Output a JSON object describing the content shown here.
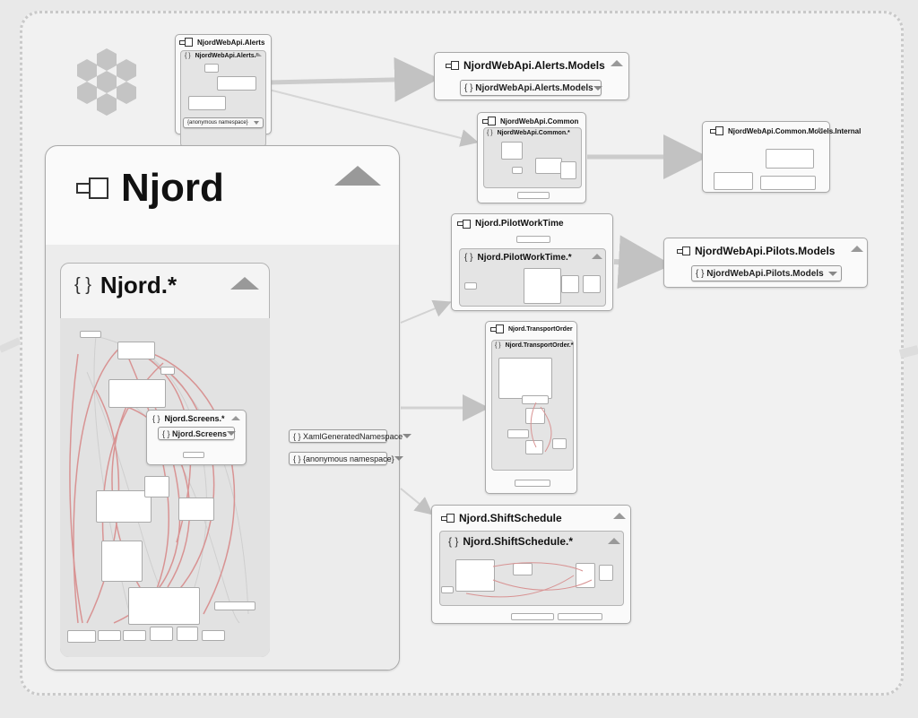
{
  "nodes": {
    "alerts": {
      "title": "NjordWebApi.Alerts",
      "ns_title": "NjordWebApi.Alerts.*",
      "sub_anon": "{anonymous namespace}"
    },
    "alerts_models": {
      "title": "NjordWebApi.Alerts.Models",
      "ns": "NjordWebApi.Alerts.Models"
    },
    "common": {
      "title": "NjordWebApi.Common",
      "ns_title": "NjordWebApi.Common.*"
    },
    "common_internal": {
      "title": "NjordWebApi.Common.Models.Internal"
    },
    "njord": {
      "title": "Njord",
      "ns_title": "Njord.*",
      "screens_title": "Njord.Screens.*",
      "screens_ns": "Njord.Screens"
    },
    "pilot": {
      "title": "Njord.PilotWorkTime",
      "ns_title": "Njord.PilotWorkTime.*"
    },
    "pilots_models": {
      "title": "NjordWebApi.Pilots.Models",
      "ns": "NjordWebApi.Pilots.Models"
    },
    "transport": {
      "title": "Njord.TransportOrder",
      "ns_title": "Njord.TransportOrder.*"
    },
    "shift": {
      "title": "Njord.ShiftSchedule",
      "ns_title": "Njord.ShiftSchedule.*"
    },
    "xaml": {
      "label": "XamlGeneratedNamespace"
    },
    "anon": {
      "label": "{anonymous namespace}"
    }
  },
  "colors": {
    "edge": "#cfcfcf",
    "red_edge": "#d89393",
    "hex": "#c4c4c4"
  },
  "icons": {
    "logo": "hexagon-cluster-icon",
    "package": "package-icon",
    "namespace": "namespace-brace-icon",
    "collapse": "triangle-up-icon",
    "expand": "triangle-down-icon"
  }
}
